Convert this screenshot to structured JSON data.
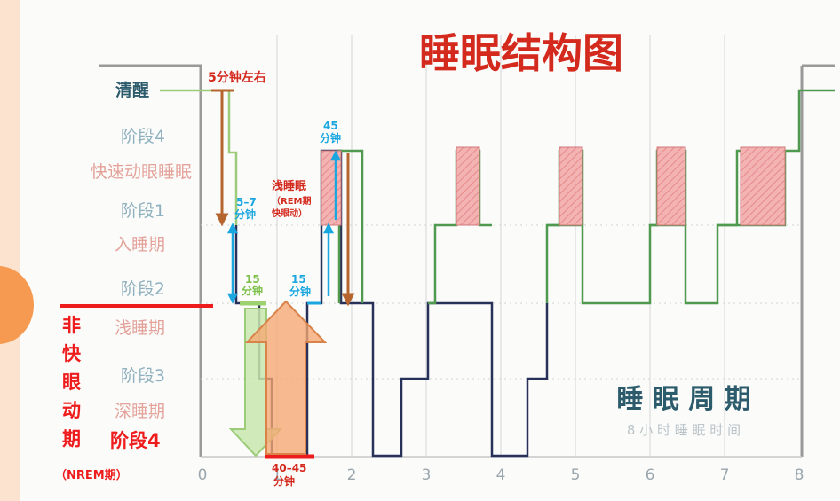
{
  "title": "睡眠结构图",
  "axis": {
    "x_ticks": [
      "0",
      "1",
      "2",
      "3",
      "4",
      "5",
      "6",
      "7",
      "8"
    ]
  },
  "levels": {
    "wake": "清醒",
    "stage4_top": "阶段4",
    "rem": "快速动眼睡眠",
    "stage1": "阶段1",
    "stage1_sub": "入睡期",
    "stage2": "阶段2",
    "stage2_sub": "浅睡期",
    "stage3": "阶段3",
    "stage3_sub": "深睡期"
  },
  "nrem": {
    "chars": [
      "非",
      "快",
      "眼",
      "动",
      "期"
    ],
    "stage4": "阶段4",
    "nrem_label": "（NREM期）"
  },
  "annotations": {
    "wake_duration": "5分钟左右",
    "s1_duration_line1": "5–7",
    "s1_duration_line2": "分钟",
    "s2_duration_line1": "15",
    "s2_duration_line2": "分钟",
    "s2b_duration_line1": "15",
    "s2b_duration_line2": "分钟",
    "rem_duration_line1": "45",
    "rem_duration_line2": "分钟",
    "rem_title": "浅睡眠",
    "rem_line2": "（REM期",
    "rem_line3": "快眼动）",
    "deep_duration_line1": "40–45",
    "deep_duration_line2": "分钟"
  },
  "cycle_box": {
    "title": "睡 眠 周 期",
    "subtitle": "8 小 时 睡 眠 时 间"
  },
  "colors": {
    "title_red": "#d42a1e",
    "label_gray_blue": "#8fa3ae",
    "label_pink": "#e3a29a",
    "deep_navy": "#28315a",
    "green_line": "#4f9a4f",
    "rem_fill": "#f0a3a3",
    "blue_annotation": "#1aa7e0",
    "brown_arrow": "#b5652d",
    "orange_arrow": "#f6a872",
    "green_arrow": "#b6dc9c"
  }
}
